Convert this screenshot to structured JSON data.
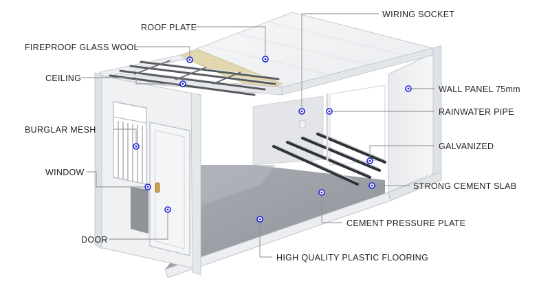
{
  "labels": {
    "roof_plate": "ROOF PLATE",
    "fireproof_glass_wool": "FIREPROOF GLASS WOOL",
    "ceiling": "CEILING",
    "burglar_mesh": "BURGLAR MESH",
    "window": "WINDOW",
    "door": "DOOR",
    "wiring_socket": "WIRING SOCKET",
    "wall_panel": "WALL PANEL 75mm",
    "rainwater_pipe": "RAINWATER PIPE",
    "galvanized": "GALVANIZED",
    "strong_cement_slab": "STRONG CEMENT SLAB",
    "cement_pressure_plate": "CEMENT PRESSURE PLATE",
    "plastic_flooring": "HIGH QUALITY PLASTIC FLOORING"
  },
  "colors": {
    "marker": "#1a1fd6",
    "leader": "#8a8a8a",
    "frame": "#eef0f2",
    "floor": "#9ea2a8",
    "glass_wool": "#e6dcb8"
  }
}
